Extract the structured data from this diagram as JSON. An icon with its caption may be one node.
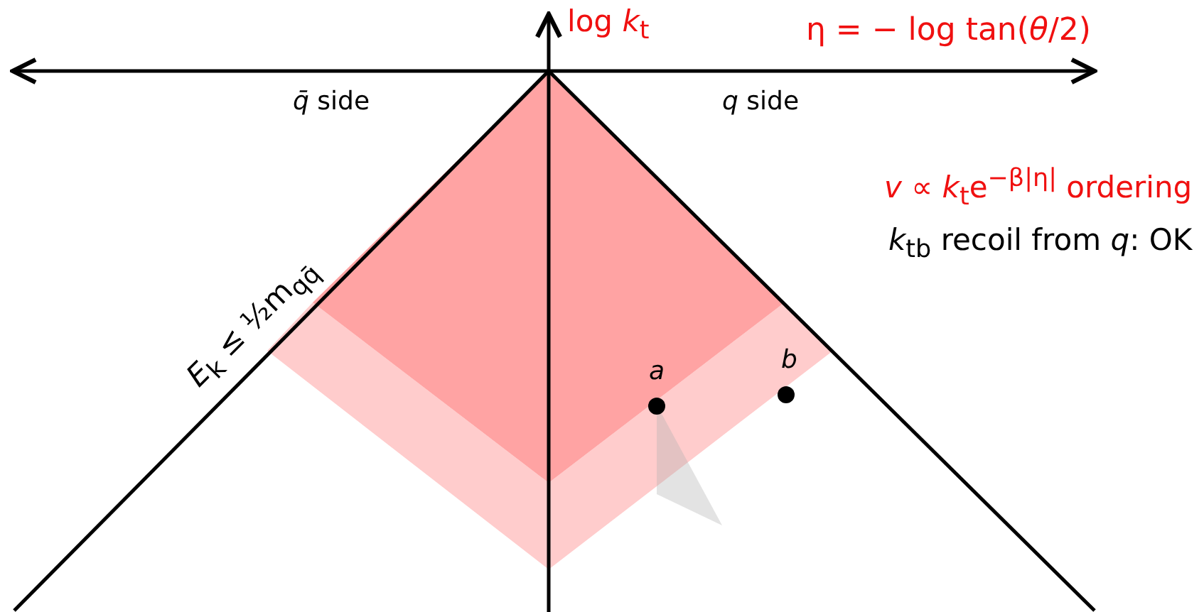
{
  "diagram": {
    "labels": [
      "log *k*$_{t}$",
      "η = − log tan(*θ*/2)",
      "*q̄* side",
      "*q* side",
      "*v* ∝ *k*$_{t}$e$^{−β|η|}$ ordering",
      "*k*$_{tb}$ recoil from *q*: OK",
      "*E*$_{k}$ ≤ ½m$_{qq̄}$",
      "a",
      "b"
    ]
  }
}
